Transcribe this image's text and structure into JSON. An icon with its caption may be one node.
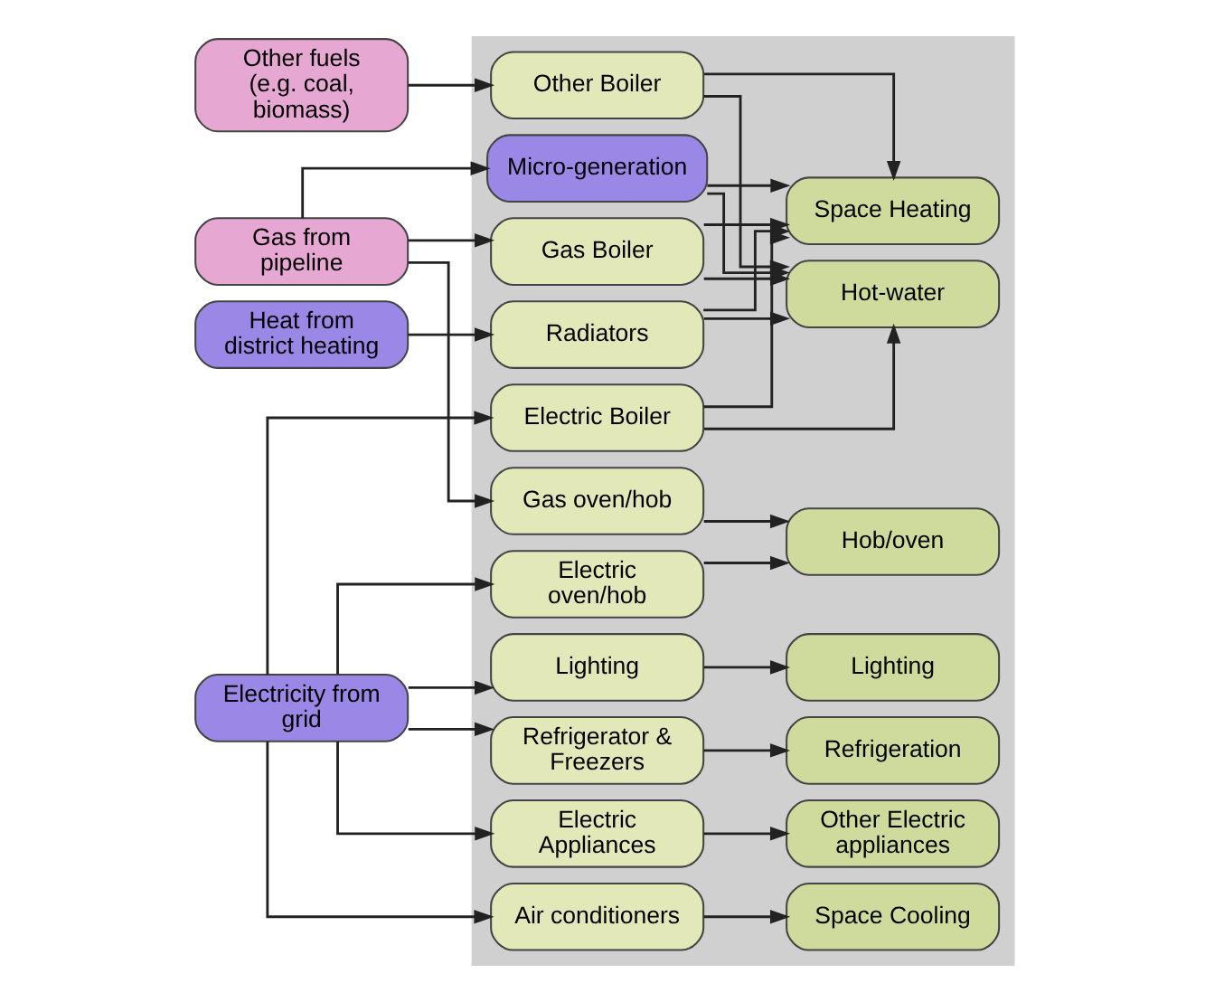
{
  "diagram": {
    "nodes": [
      {
        "text": [],
        "shape": "box"
      },
      {
        "text": [
          "Other fuels (e.g. coal, biomass)"
        ]
      },
      {
        "text": [
          "Gas from pipeline"
        ]
      },
      {
        "text": [
          "Heat from district heating"
        ]
      },
      {
        "text": [
          "Electricity from grid"
        ]
      },
      {
        "text": [
          "Electric oven/hob"
        ],
        "in": 0
      },
      {
        "text": [
          "Gas oven/hob"
        ],
        "in": 0
      },
      {
        "text": [
          "Other Boiler"
        ],
        "in": 0
      },
      {
        "text": [
          "Micro-generation"
        ],
        "in": 0
      },
      {
        "text": [
          "Gas Boiler"
        ],
        "in": 0
      },
      {
        "text": [
          "Electric Boiler"
        ],
        "in": 0
      },
      {
        "text": [
          "Radiators"
        ],
        "in": 0
      },
      {
        "text": [
          "Refrigerator & Freezers"
        ],
        "in": 0
      },
      {
        "text": [
          "Electric Appliances"
        ],
        "in": 0
      },
      {
        "text": [
          "Air conditioners"
        ],
        "in": 0
      },
      {
        "text": [
          "Lighting"
        ],
        "in": 0
      },
      {
        "text": [
          "Hob/oven"
        ],
        "in": 0
      },
      {
        "text": [
          "Space Heating"
        ],
        "in": 0
      },
      {
        "text": [
          "Hot-water"
        ],
        "in": 0
      },
      {
        "text": [
          "Refrigeration"
        ],
        "in": 0
      },
      {
        "text": [
          "Other Electric appliances"
        ],
        "in": 0
      },
      {
        "text": [
          "Space Cooling"
        ],
        "in": 0
      },
      {
        "text": [
          "Lighting"
        ],
        "in": 0
      }
    ],
    "edges": [
      {
        "from": 4,
        "to": 5,
        "arrow": "to"
      },
      {
        "from": 2,
        "to": 6,
        "arrow": "to"
      },
      {
        "from": 1,
        "to": 7,
        "arrow": "to"
      },
      {
        "from": 2,
        "to": 8,
        "arrow": "to"
      },
      {
        "from": 2,
        "to": 9,
        "arrow": "to"
      },
      {
        "from": 4,
        "to": 10,
        "arrow": "to"
      },
      {
        "from": 3,
        "to": 11,
        "arrow": "to"
      },
      {
        "from": 4,
        "to": 12,
        "arrow": "to"
      },
      {
        "from": 4,
        "to": 13,
        "arrow": "to"
      },
      {
        "from": 4,
        "to": 14,
        "arrow": "to"
      },
      {
        "from": 4,
        "to": 15,
        "arrow": "to"
      },
      {
        "from": 5,
        "to": 16,
        "arrow": "to"
      },
      {
        "from": 6,
        "to": 16,
        "arrow": "to"
      },
      {
        "from": 7,
        "to": 17,
        "arrow": "to"
      },
      {
        "from": 8,
        "to": 17,
        "arrow": "to"
      },
      {
        "from": 9,
        "to": 17,
        "arrow": "to"
      },
      {
        "from": 10,
        "to": 17,
        "arrow": "to"
      },
      {
        "from": 11,
        "to": 17,
        "arrow": "to"
      },
      {
        "from": 7,
        "to": 18,
        "arrow": "to"
      },
      {
        "from": 8,
        "to": 18,
        "arrow": "to"
      },
      {
        "from": 9,
        "to": 18,
        "arrow": "to"
      },
      {
        "from": 10,
        "to": 18,
        "arrow": "to"
      },
      {
        "from": 11,
        "to": 18,
        "arrow": "to"
      },
      {
        "from": 12,
        "to": 19,
        "arrow": "to"
      },
      {
        "from": 13,
        "to": 20,
        "arrow": "to"
      },
      {
        "from": 14,
        "to": 21,
        "arrow": "to"
      },
      {
        "from": 15,
        "to": 22,
        "arrow": "to"
      }
    ]
  }
}
